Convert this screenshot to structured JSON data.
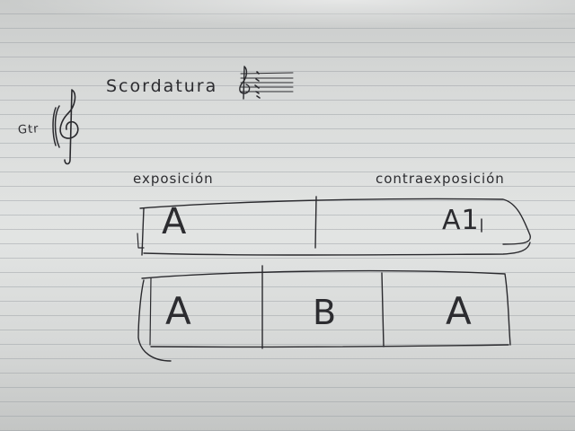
{
  "whiteboard": {
    "instrument_label": "Gtr",
    "scordatura_label": "Scordatura",
    "exposition_label": "exposición",
    "counter_exposition_label": "contraexposición",
    "top_form": {
      "left_section": "A",
      "right_section": "A1"
    },
    "bottom_form": {
      "left_section": "A",
      "middle_section": "B",
      "right_section": "A"
    },
    "ink_color": "#2a2a2e"
  }
}
